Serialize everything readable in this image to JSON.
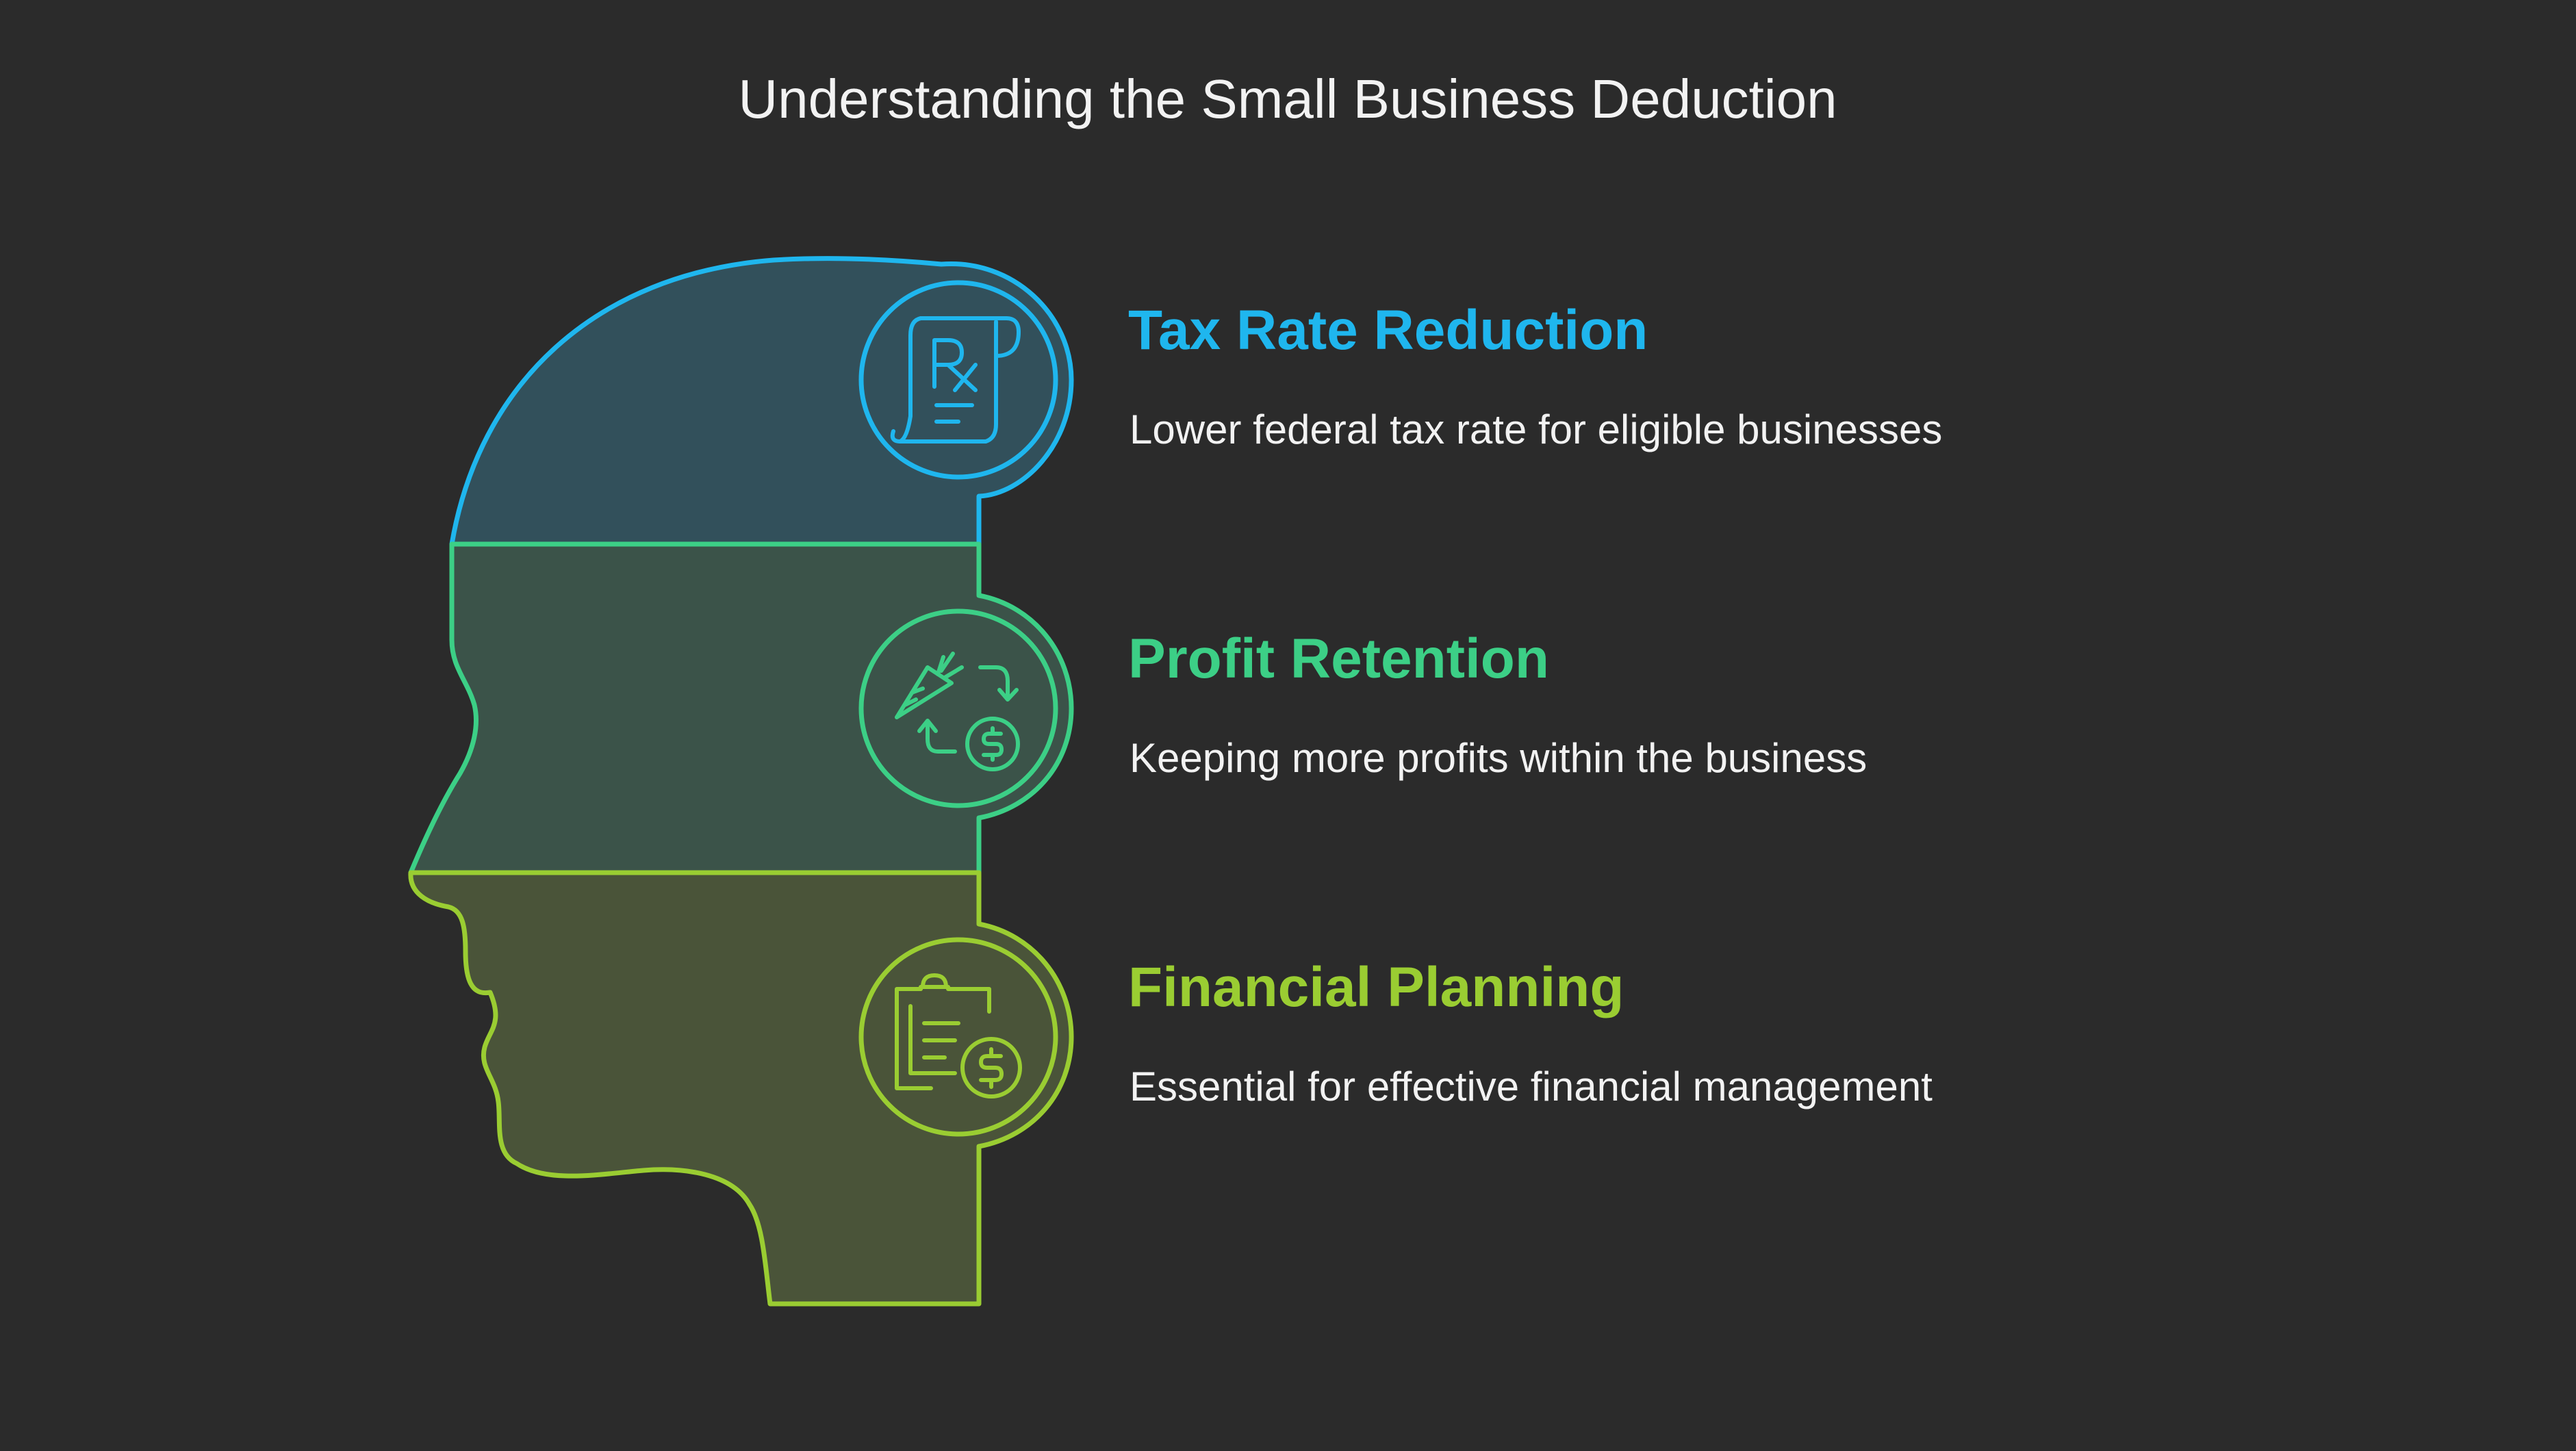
{
  "title": "Understanding the Small Business Deduction",
  "colors": {
    "background": "#2b2b2b",
    "blue": "#1fb6ee",
    "green": "#3ccf86",
    "lime": "#9acd32"
  },
  "items": [
    {
      "heading": "Tax Rate Reduction",
      "description": "Lower federal tax rate for eligible businesses",
      "icon": "prescription-scroll-icon",
      "color": "#1fb6ee"
    },
    {
      "heading": "Profit Retention",
      "description": "Keeping more profits within the business",
      "icon": "carrot-dollar-cycle-icon",
      "color": "#3ccf86"
    },
    {
      "heading": "Financial Planning",
      "description": "Essential for effective financial management",
      "icon": "clipboard-dollar-icon",
      "color": "#9acd32"
    }
  ]
}
